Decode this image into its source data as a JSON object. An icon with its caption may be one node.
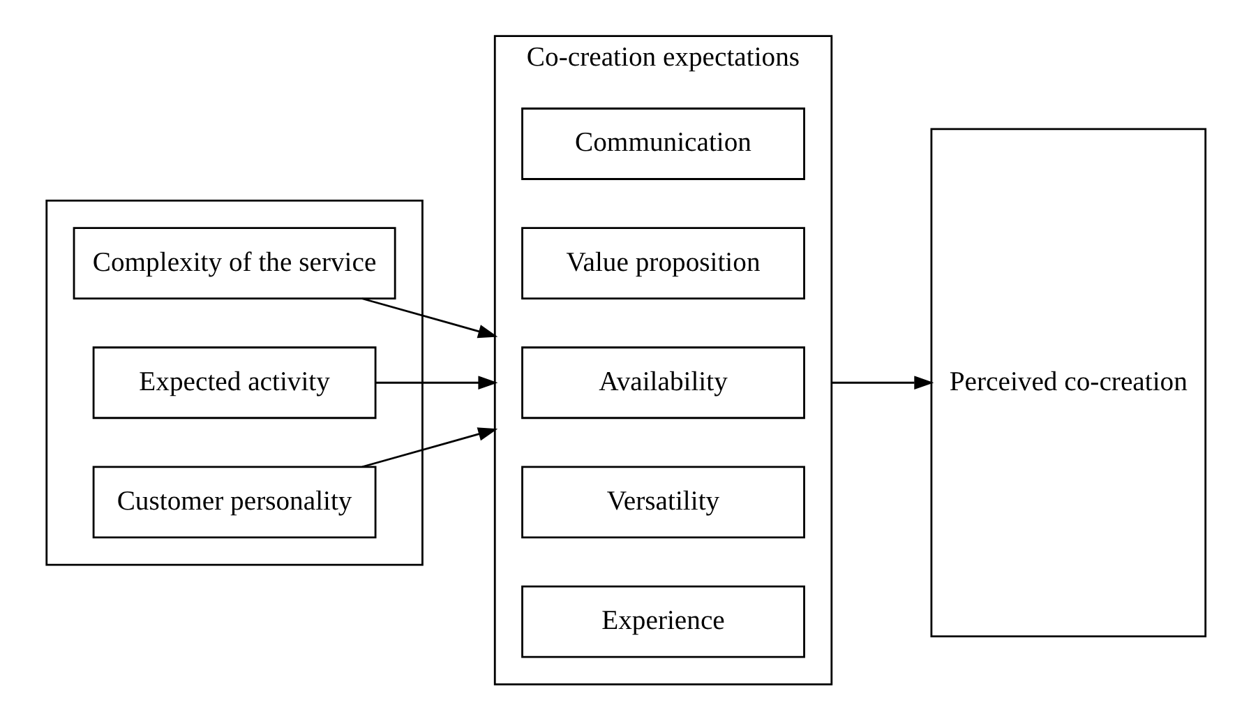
{
  "diagram": {
    "nodes": [
      {
        "text": [],
        "shape": "box"
      },
      {
        "text": [
          "Complexity of the service"
        ],
        "in": 0
      },
      {
        "text": [
          "Expected activity"
        ],
        "in": 0
      },
      {
        "text": [
          "Customer personality"
        ],
        "in": 0
      },
      {
        "text": [
          "Co-creation expectations"
        ]
      },
      {
        "text": [
          "Communication"
        ],
        "in": 4
      },
      {
        "text": [
          "Value proposition"
        ],
        "in": 4
      },
      {
        "text": [
          "Availability"
        ],
        "in": 4
      },
      {
        "text": [
          "Versatility"
        ],
        "in": 4
      },
      {
        "text": [
          "Experience"
        ],
        "in": 4
      },
      {
        "text": [
          "Perceived co-creation"
        ]
      }
    ],
    "edges": [
      {
        "from": 1,
        "to": 4,
        "arrow": "to"
      },
      {
        "from": 2,
        "to": 4,
        "arrow": "to"
      },
      {
        "from": 3,
        "to": 4,
        "arrow": "to"
      },
      {
        "from": 4,
        "to": 10,
        "arrow": "to"
      }
    ]
  }
}
